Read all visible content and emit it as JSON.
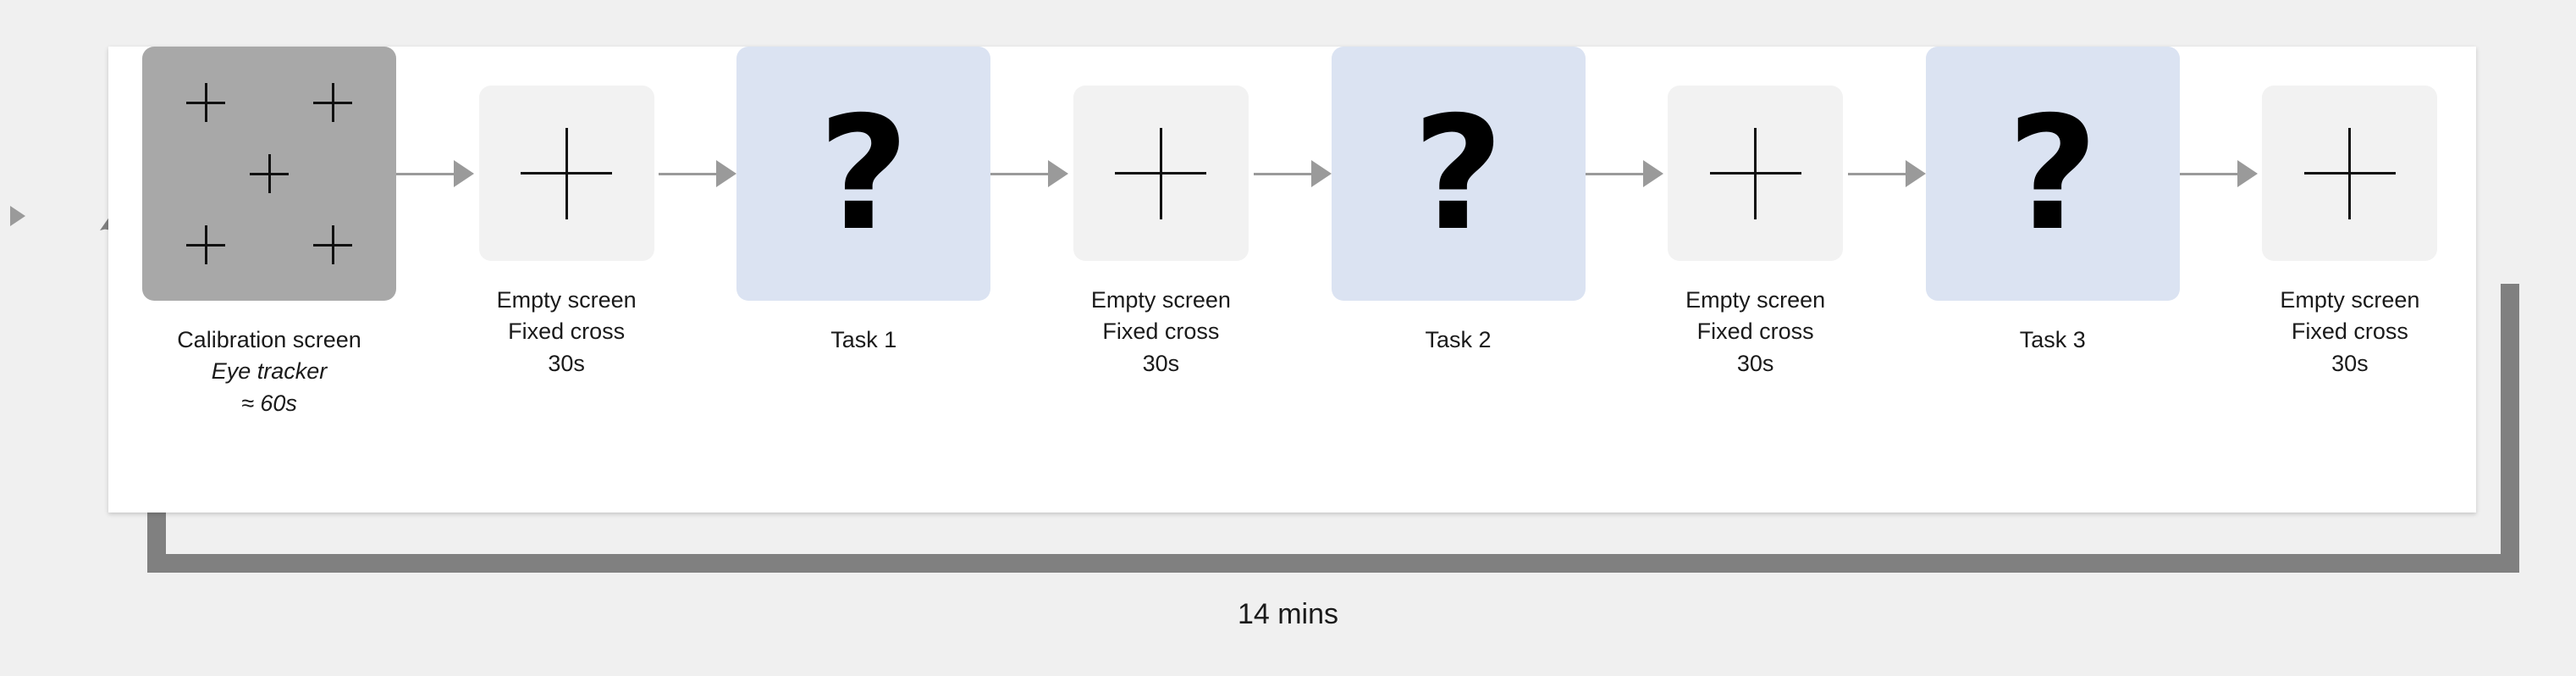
{
  "diagram": {
    "title_caption": "14 mins",
    "colors": {
      "background": "#f0f0f0",
      "panel": "#ffffff",
      "calibration_screen": "#a8a8a8",
      "empty_screen": "#f2f2f2",
      "task_screen": "#dbe3f2",
      "arrow": "#9a9a9a",
      "loop_arrow": "#808080",
      "text": "#1a1a1a"
    },
    "loop_marker_icon": "play-triangle-icon",
    "loop_arrow_icon": "loop-back-arrow-icon",
    "steps": [
      {
        "kind": "calibration",
        "screen_icon": "five-point-calibration-cross-icon",
        "line1": "Calibration screen",
        "line2": "Eye tracker",
        "line2_italic": true,
        "line3": "≈ 60s",
        "line3_italic": true
      },
      {
        "kind": "empty",
        "screen_icon": "fixation-cross-icon",
        "line1": "Empty screen",
        "line2": "Fixed cross",
        "line2_italic": false,
        "line3": "30s",
        "line3_italic": false
      },
      {
        "kind": "task",
        "screen_icon": "question-mark-icon",
        "screen_glyph": "?",
        "line1": "Task 1",
        "line2": "",
        "line2_italic": false,
        "line3": "",
        "line3_italic": false
      },
      {
        "kind": "empty",
        "screen_icon": "fixation-cross-icon",
        "line1": "Empty screen",
        "line2": "Fixed cross",
        "line2_italic": false,
        "line3": "30s",
        "line3_italic": false
      },
      {
        "kind": "task",
        "screen_icon": "question-mark-icon",
        "screen_glyph": "?",
        "line1": "Task 2",
        "line2": "",
        "line2_italic": false,
        "line3": "",
        "line3_italic": false
      },
      {
        "kind": "empty",
        "screen_icon": "fixation-cross-icon",
        "line1": "Empty screen",
        "line2": "Fixed cross",
        "line2_italic": false,
        "line3": "30s",
        "line3_italic": false
      },
      {
        "kind": "task",
        "screen_icon": "question-mark-icon",
        "screen_glyph": "?",
        "line1": "Task 3",
        "line2": "",
        "line2_italic": false,
        "line3": "",
        "line3_italic": false
      },
      {
        "kind": "empty",
        "screen_icon": "fixation-cross-icon",
        "line1": "Empty screen",
        "line2": "Fixed cross",
        "line2_italic": false,
        "line3": "30s",
        "line3_italic": false
      }
    ]
  }
}
